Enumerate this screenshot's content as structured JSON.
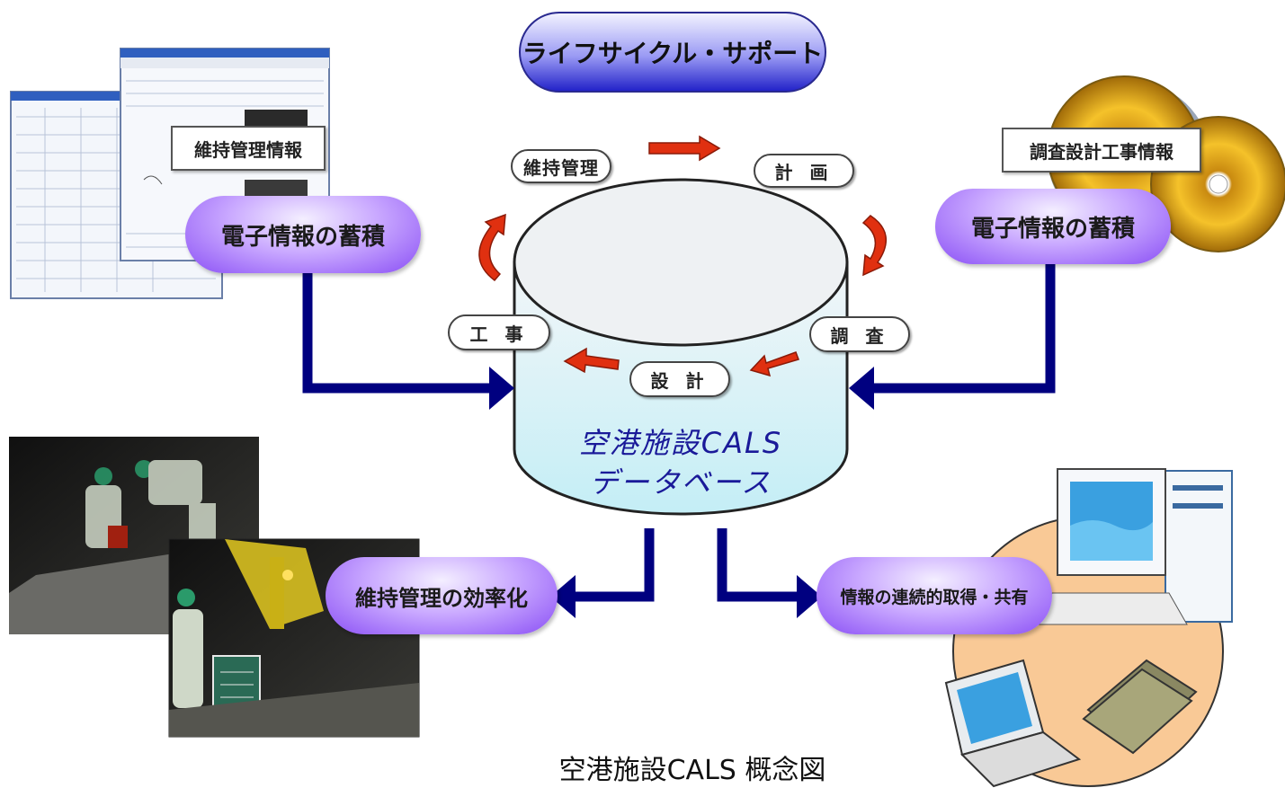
{
  "title": "ライフサイクル・サポート",
  "cycle": {
    "maintenance": "維持管理",
    "planning": "計 画",
    "survey": "調 査",
    "design": "設 計",
    "construction": "工 事"
  },
  "database": {
    "line1": "空港施設CALS",
    "line2": "データベース"
  },
  "left_top": {
    "label": "維持管理情報",
    "pill": "電子情報の蓄積"
  },
  "right_top": {
    "label": "調査設計工事情報",
    "pill": "電子情報の蓄積"
  },
  "left_bottom": {
    "pill": "維持管理の効率化"
  },
  "right_bottom": {
    "pill": "情報の連続的取得・共有"
  },
  "caption": "空港施設CALS 概念図",
  "colors": {
    "pill_purple": "#8a4ff5",
    "flow_arrow": "#000080",
    "cycle_arrow": "#e03010",
    "title_blue": "#2020c8",
    "db_text": "#1a1a99"
  }
}
